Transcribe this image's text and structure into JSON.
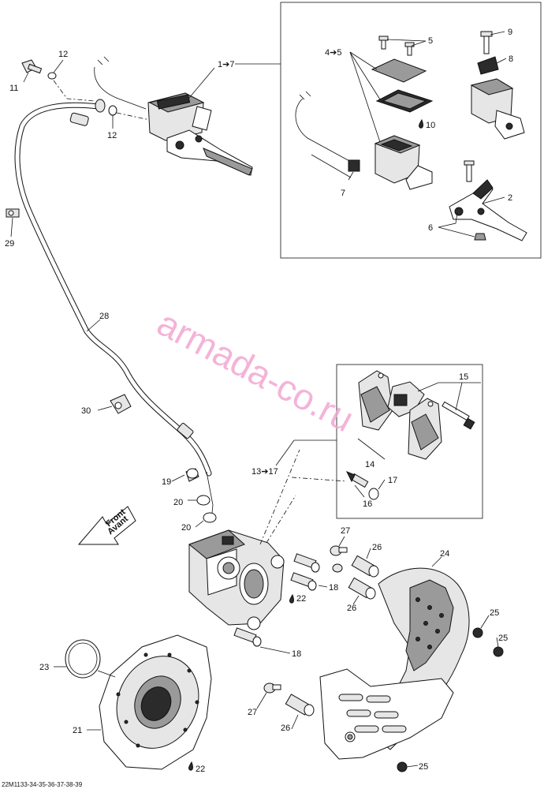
{
  "labels": [
    {
      "id": "l11",
      "text": "11"
    },
    {
      "id": "l12a",
      "text": "12"
    },
    {
      "id": "l12b",
      "text": "12"
    },
    {
      "id": "l1to7",
      "text": "1➔7"
    },
    {
      "id": "l4to5",
      "text": "4➔5"
    },
    {
      "id": "l5",
      "text": "5"
    },
    {
      "id": "l9",
      "text": "9"
    },
    {
      "id": "l8",
      "text": "8"
    },
    {
      "id": "l10",
      "text": "10"
    },
    {
      "id": "l7",
      "text": "7"
    },
    {
      "id": "l2",
      "text": "2"
    },
    {
      "id": "l6",
      "text": "6"
    },
    {
      "id": "l29",
      "text": "29"
    },
    {
      "id": "l28",
      "text": "28"
    },
    {
      "id": "l30",
      "text": "30"
    },
    {
      "id": "l15",
      "text": "15"
    },
    {
      "id": "l14",
      "text": "14"
    },
    {
      "id": "l13to17",
      "text": "13➔17"
    },
    {
      "id": "l17",
      "text": "17"
    },
    {
      "id": "l16",
      "text": "16"
    },
    {
      "id": "l19",
      "text": "19"
    },
    {
      "id": "l20a",
      "text": "20"
    },
    {
      "id": "l20b",
      "text": "20"
    },
    {
      "id": "l27a",
      "text": "27"
    },
    {
      "id": "l26a",
      "text": "26"
    },
    {
      "id": "l24",
      "text": "24"
    },
    {
      "id": "l18a",
      "text": "18"
    },
    {
      "id": "l22a",
      "text": "22"
    },
    {
      "id": "l26b",
      "text": "26"
    },
    {
      "id": "l25a",
      "text": "25"
    },
    {
      "id": "l25b",
      "text": "25"
    },
    {
      "id": "l18b",
      "text": "18"
    },
    {
      "id": "l23",
      "text": "23"
    },
    {
      "id": "l27b",
      "text": "27"
    },
    {
      "id": "l26c",
      "text": "26"
    },
    {
      "id": "l21",
      "text": "21"
    },
    {
      "id": "l22b",
      "text": "22"
    },
    {
      "id": "l25c",
      "text": "25"
    }
  ],
  "front_arrow": {
    "line1": "Front",
    "line2": "Avant"
  },
  "watermark": "armada-co.ru",
  "drawing_code": "22M1133-34-35-36-37-38-39",
  "icons": {
    "oil_drop": "oil-drop-icon"
  },
  "colors": {
    "watermark": "#f3a6d2",
    "ink": "#111111"
  }
}
